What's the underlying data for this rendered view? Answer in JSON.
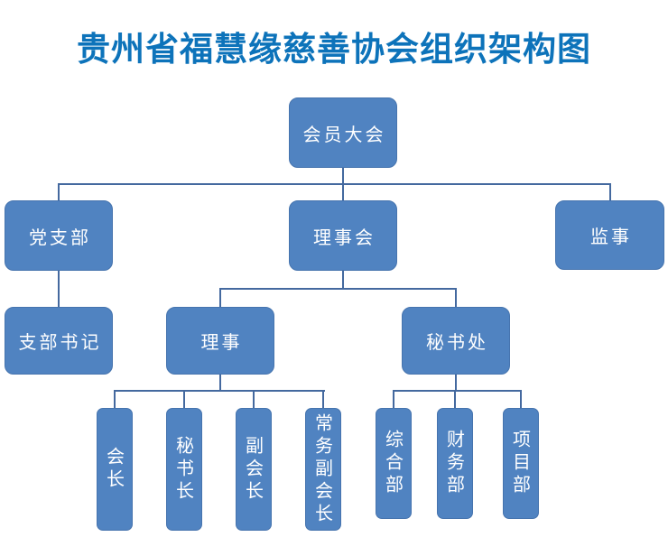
{
  "title": "贵州省福慧缘慈善协会组织架构图",
  "colors": {
    "title_color": "#0d73ba",
    "node_fill": "#5083c1",
    "node_border": "#4674ae",
    "connector": "#44699f",
    "node_text": "#ffffff",
    "background": "#ffffff"
  },
  "org": {
    "root": {
      "label": "会员大会"
    },
    "level2": [
      {
        "label": "党支部"
      },
      {
        "label": "理事会"
      },
      {
        "label": "监事"
      }
    ],
    "level3": [
      {
        "label": "支部书记"
      },
      {
        "label": "理事"
      },
      {
        "label": "秘书处"
      }
    ],
    "director_children": [
      {
        "label": "会长"
      },
      {
        "label": "秘书长"
      },
      {
        "label": "副会长"
      },
      {
        "label": "常务副会长"
      }
    ],
    "secretariat_children": [
      {
        "label": "综合部"
      },
      {
        "label": "财务部"
      },
      {
        "label": "项目部"
      }
    ]
  }
}
